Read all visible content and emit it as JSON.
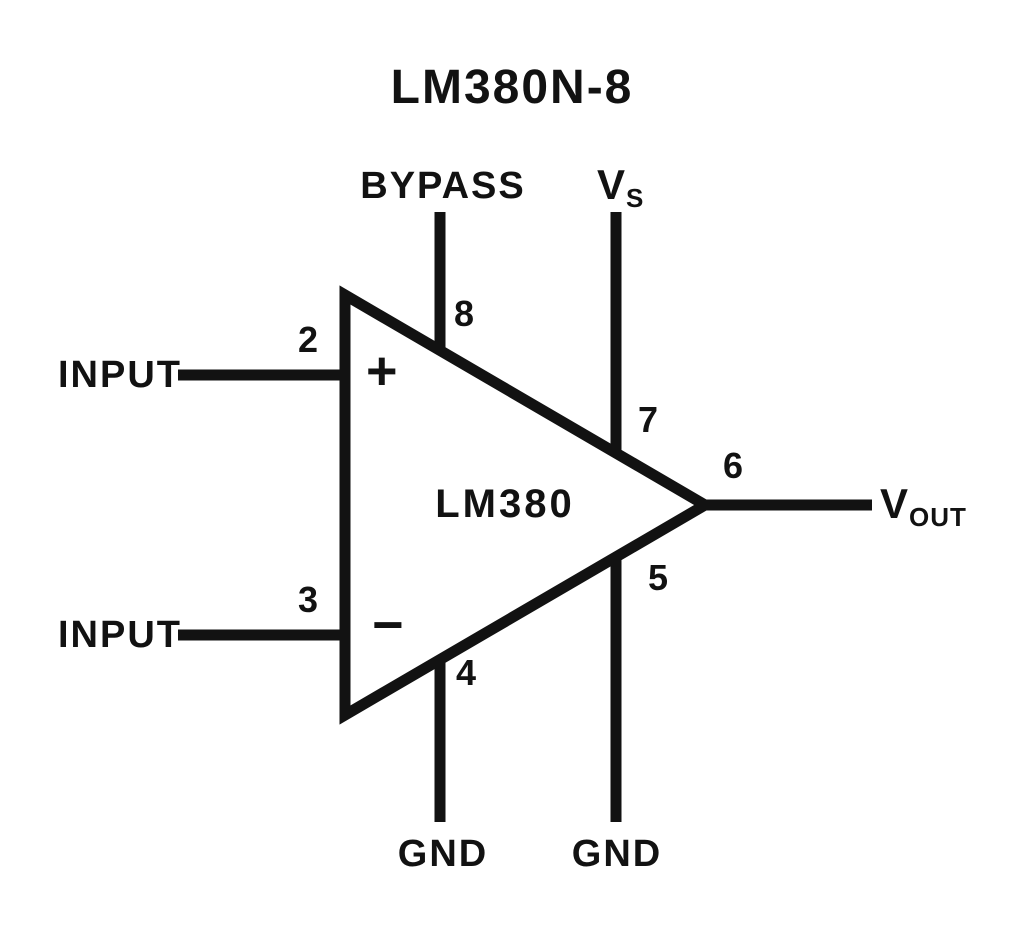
{
  "title": "LM380N-8",
  "amplifier": {
    "label": "LM380",
    "plus_sign": "+",
    "minus_sign": "−"
  },
  "pins": {
    "p2": {
      "number": "2",
      "label": "INPUT"
    },
    "p3": {
      "number": "3",
      "label": "INPUT"
    },
    "p4": {
      "number": "4",
      "label": "GND"
    },
    "p5": {
      "number": "5",
      "label": "GND"
    },
    "p6": {
      "number": "6",
      "label_main": "V",
      "label_sub": "OUT"
    },
    "p7": {
      "number": "7",
      "label_main": "V",
      "label_sub": "S"
    },
    "p8": {
      "number": "8",
      "label": "BYPASS"
    }
  }
}
